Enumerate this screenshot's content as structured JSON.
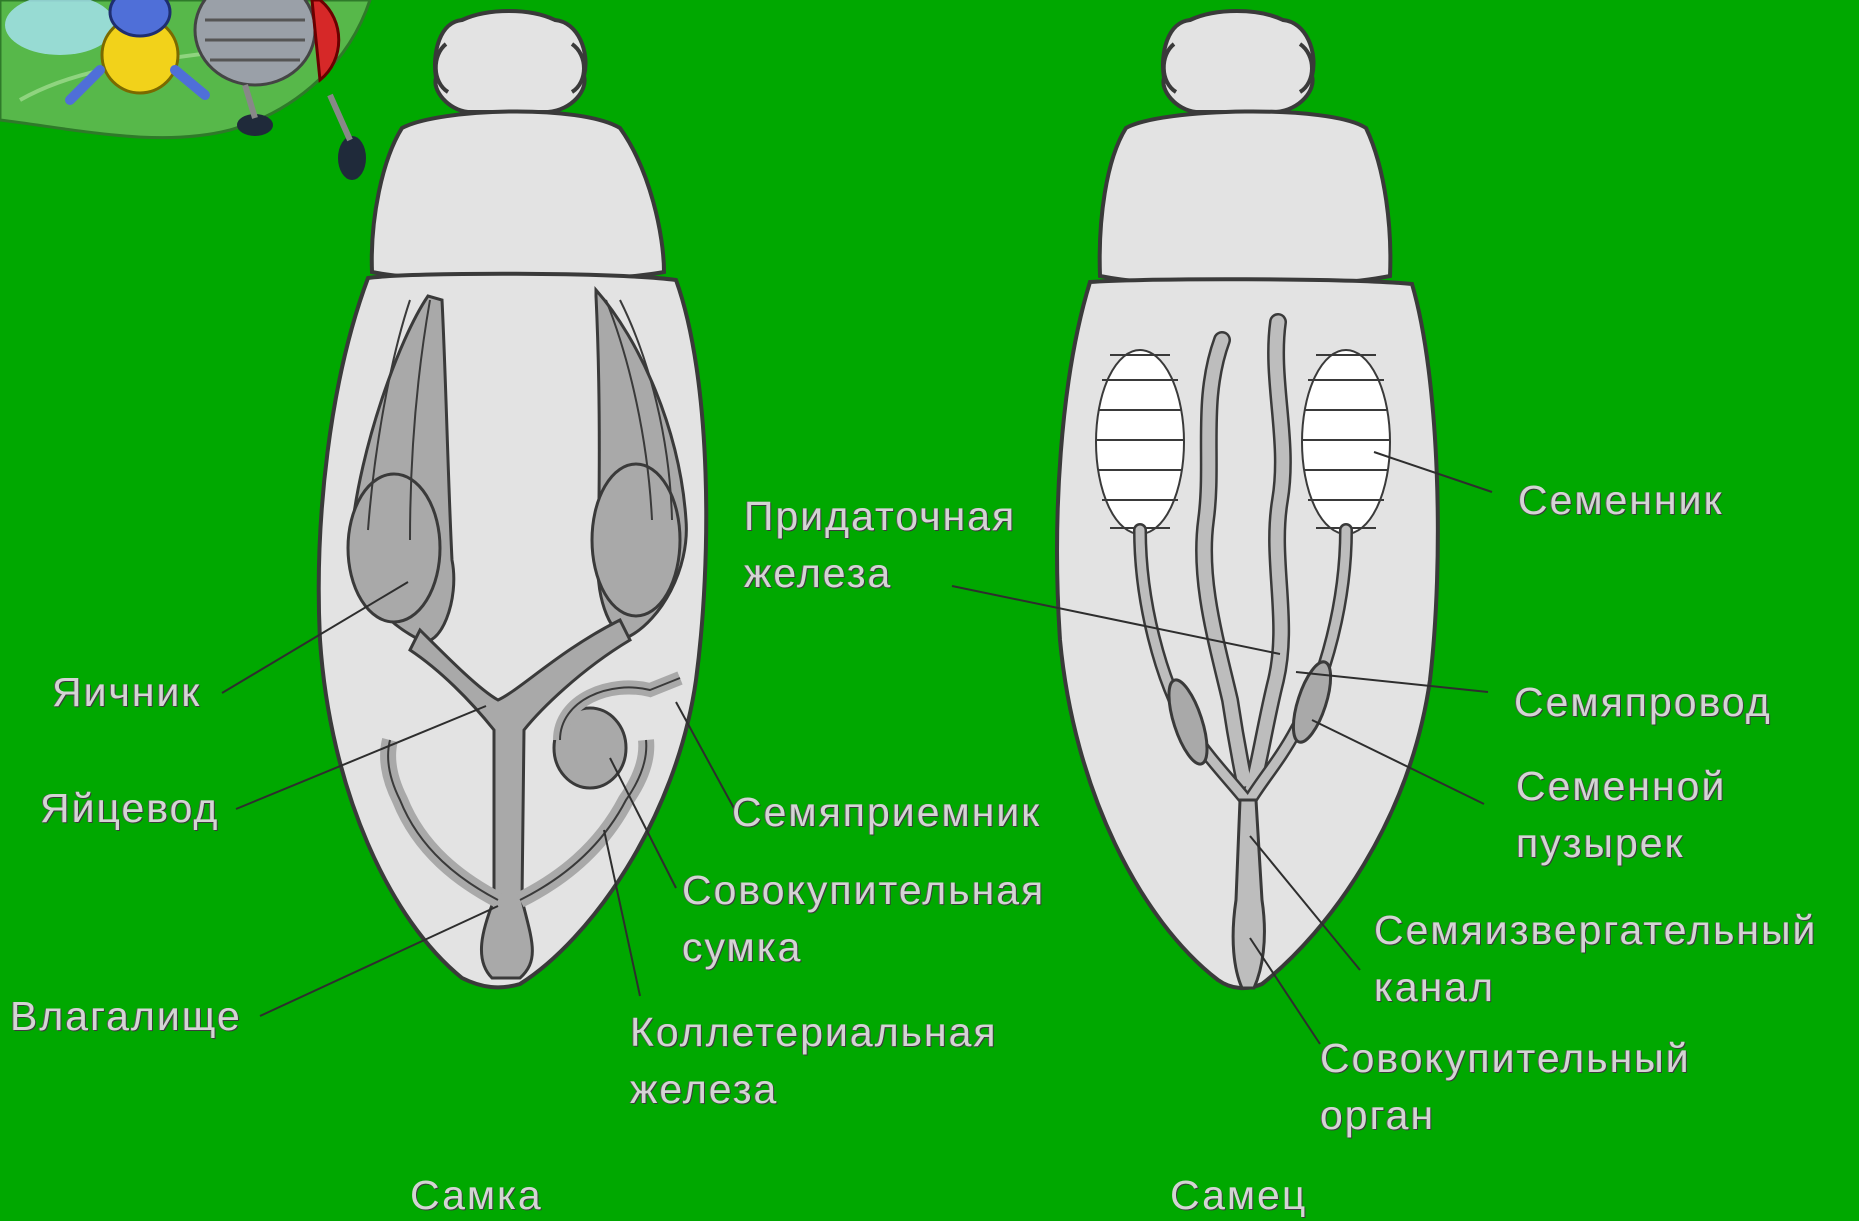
{
  "female": {
    "caption": "Самка",
    "labels": {
      "ovary": "Яичник",
      "oviduct": "Яйцевод",
      "vagina": "Влагалище",
      "spermatheca": "Семяприемник",
      "bursa": [
        "Совокупительная",
        "сумка"
      ],
      "colleterial_gland": [
        "Коллетериальная",
        "железа"
      ]
    }
  },
  "male": {
    "caption": "Самец",
    "labels": {
      "accessory_gland": [
        "Придаточная",
        "железа"
      ],
      "testis": "Семенник",
      "vas_deferens": "Семяпровод",
      "seminal_vesicle": [
        "Семенной",
        "пузырек"
      ],
      "ejaculatory_duct": [
        "Семяизвергательный",
        "канал"
      ],
      "copulatory_organ": [
        "Совокупительный",
        "орган"
      ]
    }
  },
  "colors": {
    "background": "#00a800",
    "body": "#e3e3e3",
    "organ": "#a9a9a9",
    "outline": "#3a3a3a",
    "label_text": "#d4d4d4"
  }
}
